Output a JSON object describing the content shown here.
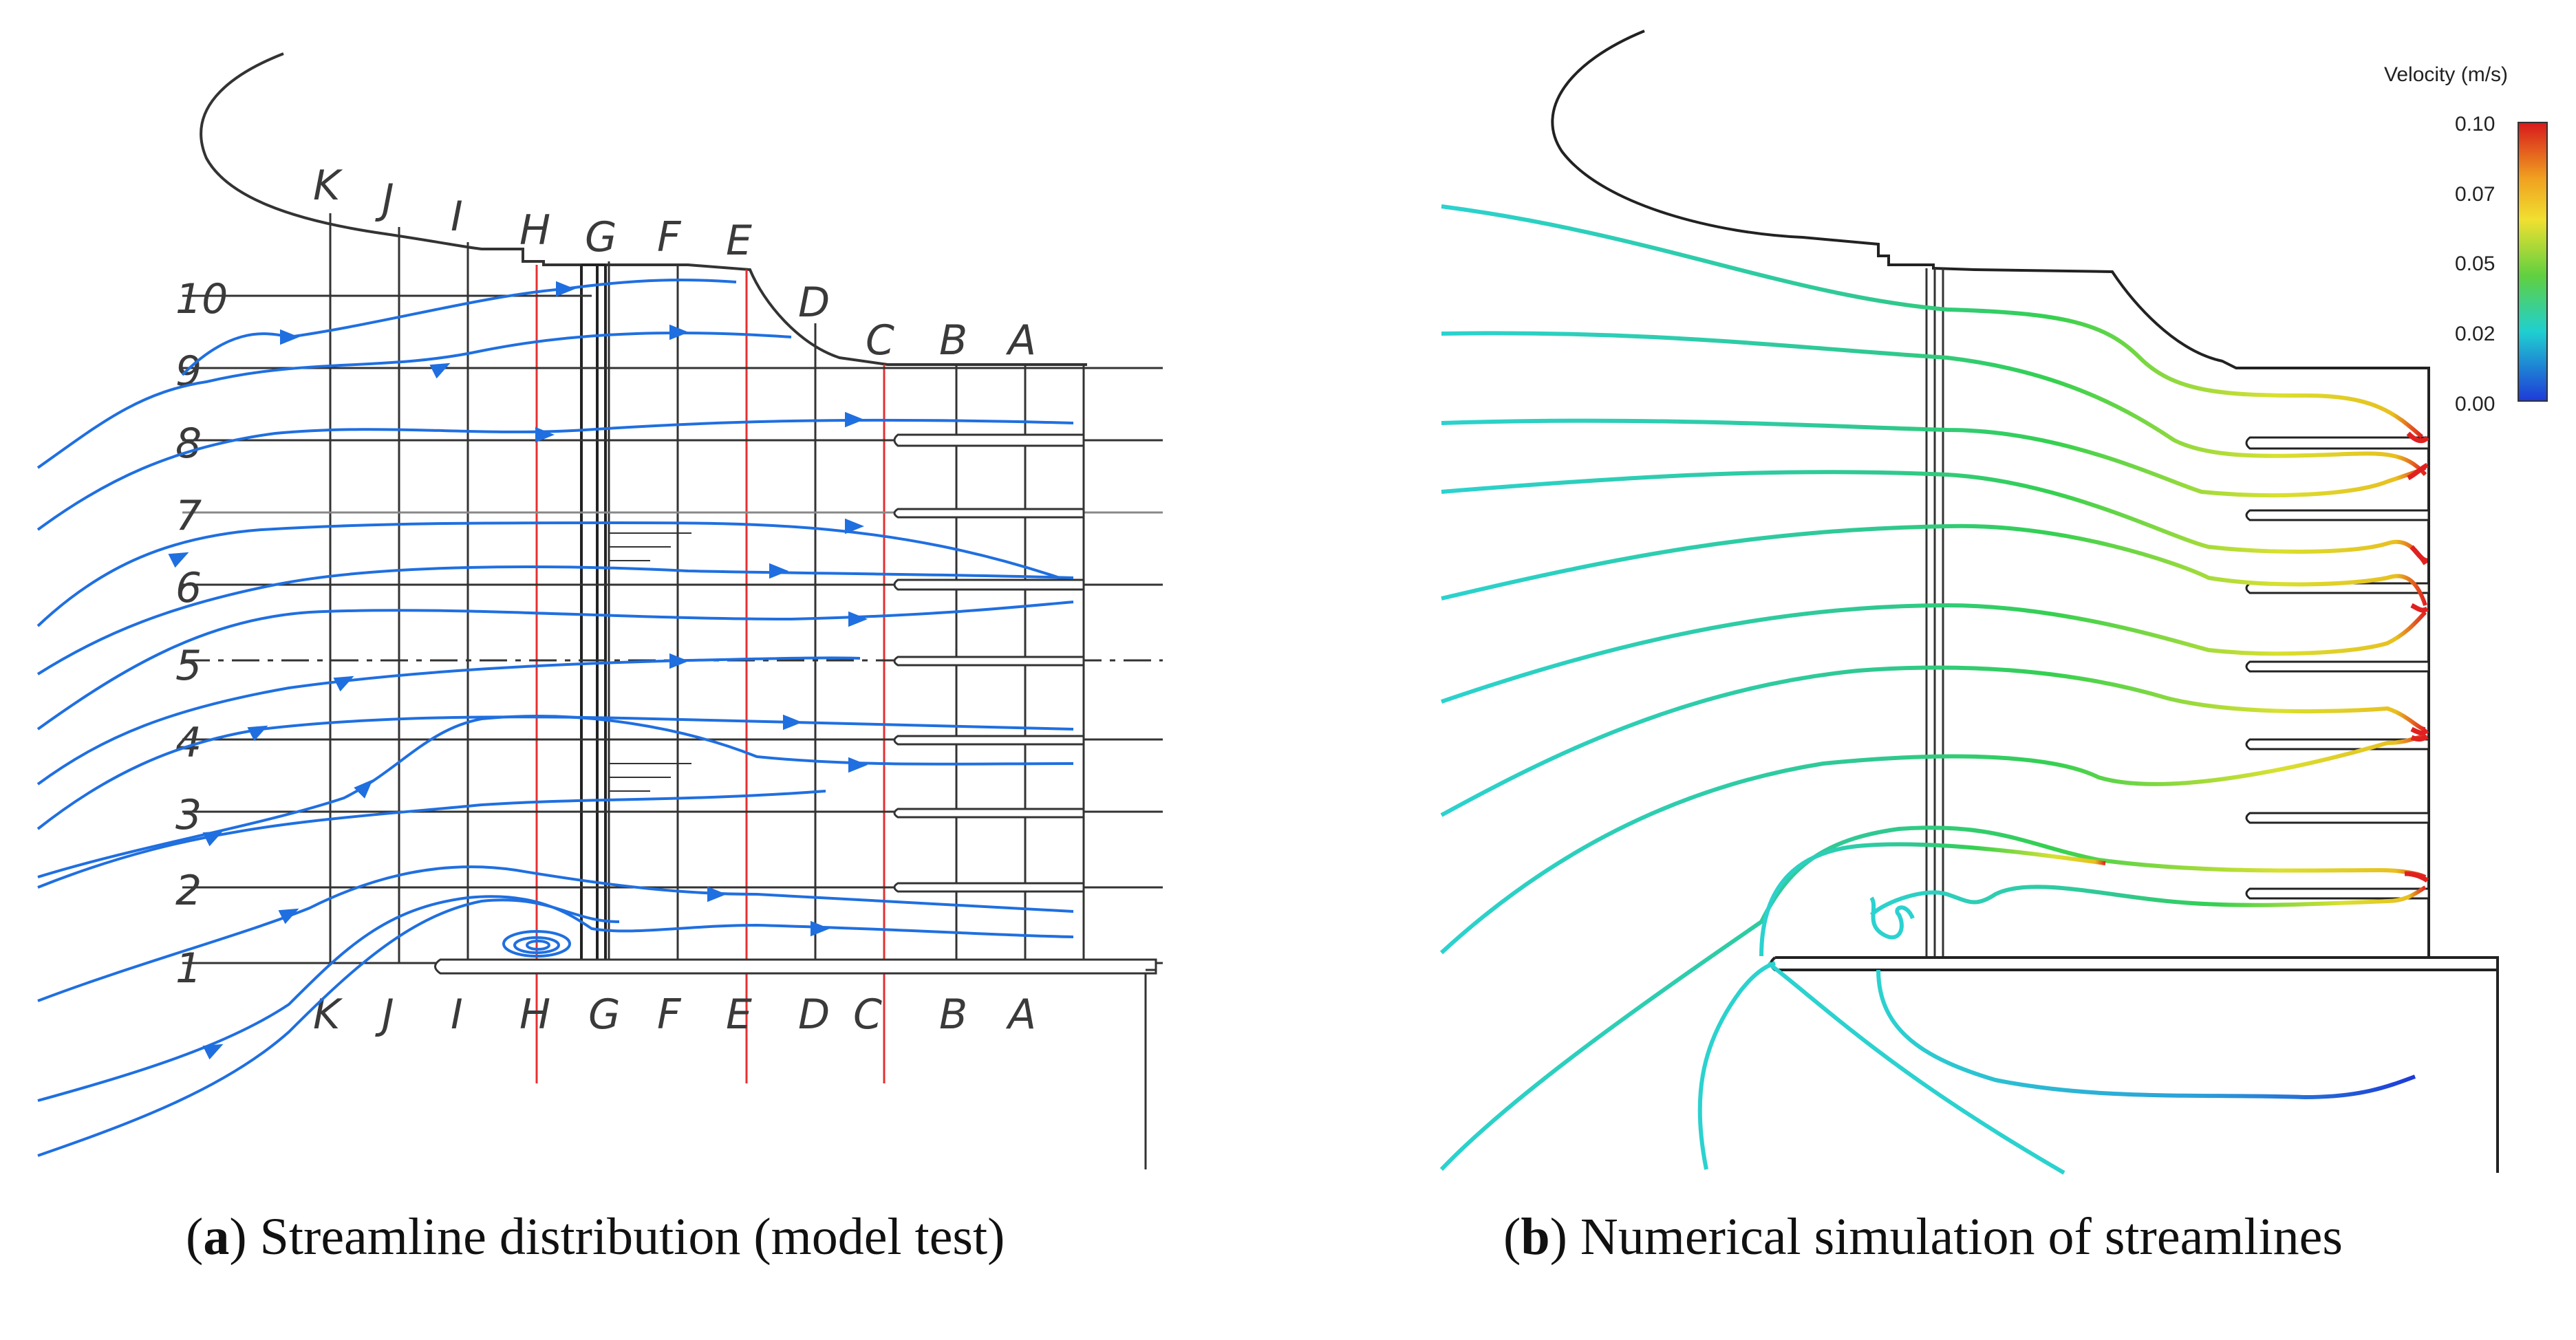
{
  "panel_a": {
    "caption_letter": "a",
    "caption_text": ") Streamline distribution (model test)",
    "section_labels": [
      "K",
      "J",
      "I",
      "H",
      "G",
      "F",
      "E",
      "D",
      "C",
      "B",
      "A"
    ],
    "level_labels": [
      "1",
      "2",
      "3",
      "4",
      "5",
      "6",
      "7",
      "8",
      "9",
      "10"
    ],
    "colors": {
      "streamline": "#1f6fe0",
      "gridline": "#333333",
      "section_highlight": "#e53030"
    }
  },
  "panel_b": {
    "caption_letter": "b",
    "caption_text": ") Numerical simulation of streamlines",
    "colorbar": {
      "title": "Velocity (m/s)",
      "ticks": [
        "0.10",
        "0.07",
        "0.05",
        "0.02",
        "0.00"
      ],
      "min": 0.0,
      "max": 0.1,
      "colors": [
        "#d7191c",
        "#f0c020",
        "#b8e02a",
        "#22c06a",
        "#1fd0d0",
        "#1e3ad8"
      ]
    }
  }
}
